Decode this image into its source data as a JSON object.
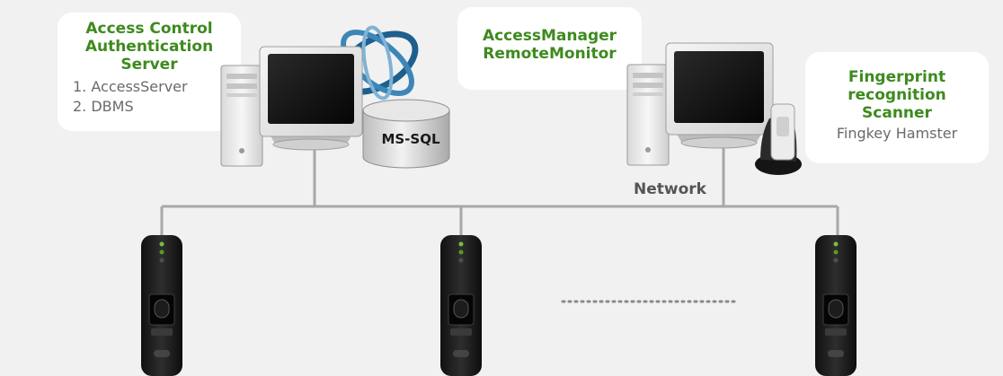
{
  "server_box": {
    "title_lines": [
      "Access Control",
      "Authentication",
      "Server"
    ],
    "items": [
      "1. AccessServer",
      "2. DBMS"
    ]
  },
  "monitor_box": {
    "title_lines": [
      "AccessManager",
      "RemoteMonitor"
    ]
  },
  "scanner_box": {
    "title_lines": [
      "Fingerprint",
      "recognition",
      "Scanner"
    ],
    "subtitle": "Fingkey Hamster"
  },
  "database_label": "MS-SQL",
  "network_label": "Network",
  "colors": {
    "title_green": "#3e8a1e",
    "subtitle_gray": "#6a6a6a",
    "box_bg": "#ffffff",
    "page_bg": "#f1f1f1",
    "line_gray": "#a8a8a8",
    "device_body": "#1f1f1f"
  },
  "icons": [
    "pc-tower-icon",
    "crt-monitor-icon",
    "database-cylinder-icon",
    "globe-rings-icon",
    "fingerprint-scanner-icon",
    "access-terminal-icon"
  ]
}
